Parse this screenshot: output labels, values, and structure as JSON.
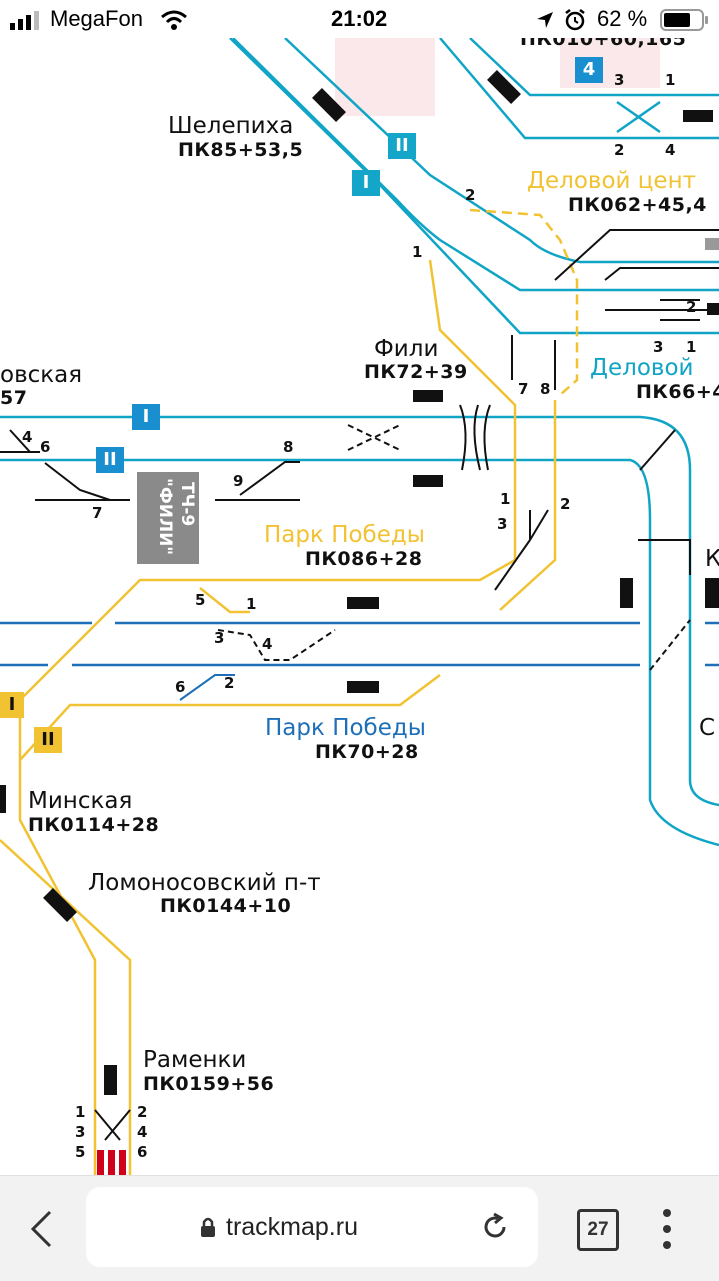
{
  "status_bar": {
    "carrier": "MegaFon",
    "time": "21:02",
    "battery": "62 %"
  },
  "map": {
    "stations": {
      "shelepikha": {
        "name": "Шелепиха",
        "pk": "ПК85+53,5"
      },
      "delovoy_yellow": {
        "name": "Деловой цент",
        "pk": "ПК062+45,4"
      },
      "fili": {
        "name": "Фили",
        "pk": "ПК72+39"
      },
      "delovoy_cyan": {
        "name": "Деловой",
        "pk": "ПК66+4"
      },
      "left_partial": {
        "name": "овская",
        "pk": "57"
      },
      "park_pobedy_yellow": {
        "name": "Парк Победы",
        "pk": "ПК086+28"
      },
      "park_pobedy_blue": {
        "name": "Парк Победы",
        "pk": "ПК70+28"
      },
      "minskaya": {
        "name": "Минская",
        "pk": "ПК0114+28"
      },
      "lomonosovsky": {
        "name": "Ломоносовский п-т",
        "pk": "ПК0144+10"
      },
      "ramenki": {
        "name": "Раменки",
        "pk": "ПК0159+56"
      },
      "top_partial_pk": "ПК010+60,165",
      "right_k": "К",
      "right_s": "С"
    },
    "depot": {
      "line1": "\"ФИЛИ\"",
      "line2": "ТЧ-9"
    },
    "track_badges": {
      "top_4": "4",
      "cyan_II_top": "II",
      "cyan_I_top": "I",
      "blue_I": "I",
      "blue_II": "II",
      "yellow_I": "I",
      "yellow_II": "II"
    },
    "switch_numbers": {
      "top3": "3",
      "top1": "1",
      "top2": "2",
      "top4": "4",
      "del2": "2",
      "del1": "1",
      "del_sw2": "2",
      "dc3": "3",
      "dc1": "1",
      "fili7": "7",
      "fili8": "8",
      "left4": "4",
      "left6": "6",
      "left7": "7",
      "dep9": "9",
      "dep8": "8",
      "pp1": "1",
      "pp2": "2",
      "pp3": "3",
      "pb5": "5",
      "pb1": "1",
      "pb3": "3",
      "pb4": "4",
      "pb6": "6",
      "pb2": "2",
      "ram1": "1",
      "ram3": "3",
      "ram5": "5",
      "ram2": "2",
      "ram4": "4",
      "ram6": "6"
    },
    "colors": {
      "cyan_line": "#10a5c6",
      "blue_line": "#1d6fb8",
      "yellow_line": "#f1c232",
      "track_black": "#111111",
      "badge_cyan": "#14a6c9",
      "badge_blue": "#1a8fd0",
      "badge_yellow": "#f1c232"
    }
  },
  "browser": {
    "url": "trackmap.ru",
    "tab_count": "27",
    "icons": [
      "back-icon",
      "lock-icon",
      "reload-icon",
      "tabs-icon",
      "more-icon"
    ]
  }
}
